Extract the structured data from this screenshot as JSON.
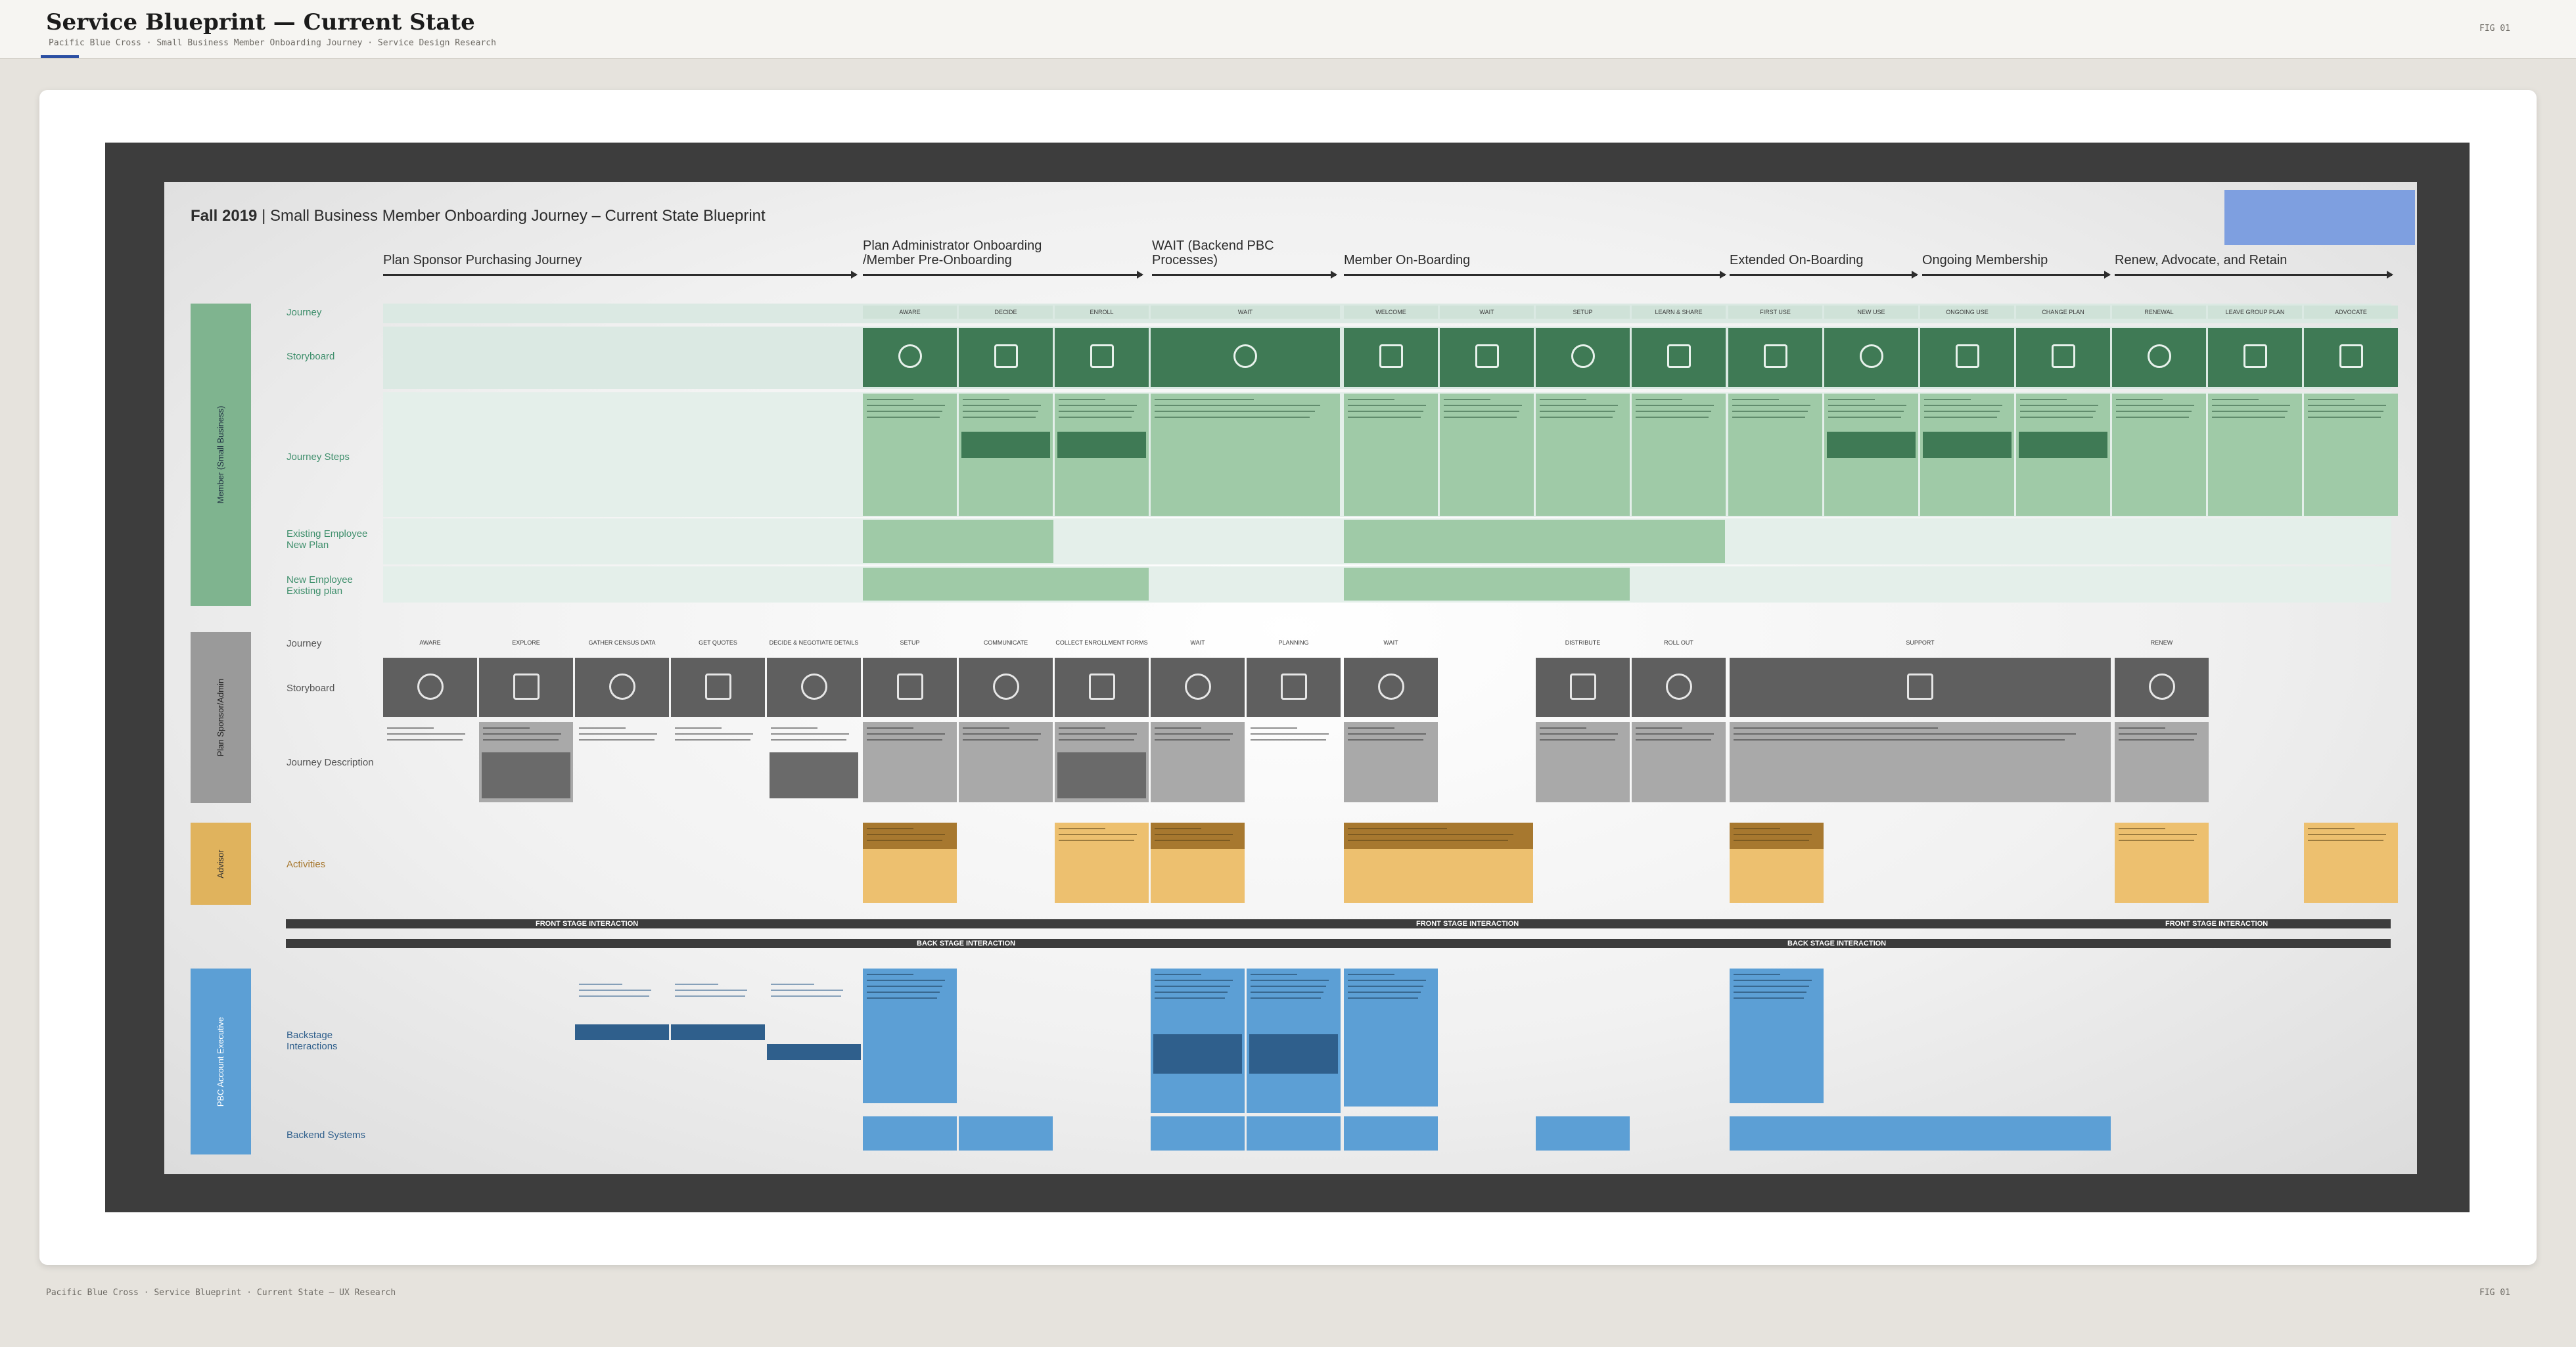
{
  "header": {
    "title": "Service Blueprint — Current State",
    "subtitle": "Pacific Blue Cross · Small Business Member Onboarding Journey · Service Design Research",
    "fig": "FIG 01"
  },
  "footer": {
    "text": "Pacific Blue Cross · Service Blueprint · Current State — UX Research",
    "fig": "FIG 01"
  },
  "blueprint": {
    "season": "Fall 2019",
    "title": "| Small Business Member Onboarding Journey – Current State Blueprint",
    "stages": [
      "Plan Sponsor Purchasing Journey",
      "Plan Administrator Onboarding /Member Pre-Onboarding",
      "WAIT (Backend PBC Processes)",
      "Member On-Boarding",
      "Extended On-Boarding",
      "Ongoing Membership",
      "Renew, Advocate, and Retain"
    ],
    "lanes": {
      "member": "Member (Small Business)",
      "sponsor": "Plan Sponsor/Admin",
      "advisor": "Advisor",
      "pbc": "PBC Account Executive"
    },
    "row_labels": {
      "journey": "Journey",
      "storyboard": "Storyboard",
      "journey_steps": "Journey Steps",
      "existing_employee": "Existing Employee New Plan",
      "new_employee": "New Employee Existing plan",
      "journey2": "Journey",
      "storyboard2": "Storyboard",
      "journey_description": "Journey Description",
      "activities": "Activities",
      "backstage": "Backstage Interactions",
      "backend": "Backend Systems"
    },
    "member_phases": [
      "AWARE",
      "DECIDE",
      "ENROLL",
      "WAIT",
      "WELCOME",
      "WAIT",
      "SETUP",
      "LEARN & SHARE",
      "FIRST USE",
      "NEW USE",
      "ONGOING USE",
      "CHANGE PLAN",
      "RENEWAL",
      "LEAVE GROUP PLAN",
      "ADVOCATE"
    ],
    "sponsor_phases": [
      "AWARE",
      "EXPLORE",
      "GATHER CENSUS DATA",
      "GET QUOTES",
      "DECIDE & NEGOTIATE DETAILS",
      "SETUP",
      "COMMUNICATE",
      "COLLECT ENROLLMENT FORMS",
      "WAIT",
      "PLANNING",
      "WAIT",
      "DISTRIBUTE",
      "ROLL OUT",
      "SUPPORT",
      "RENEW"
    ],
    "bars": {
      "front": "FRONT STAGE INTERACTION",
      "back": "BACK STAGE INTERACTION"
    },
    "colors": {
      "member_lane": "#7fb48f",
      "member_cell": "#9fcaa7",
      "member_dark": "#3f7a55",
      "sponsor_lane": "#9a9a9a",
      "sponsor_dark": "#5f5f5f",
      "advisor_lane": "#e0b35d",
      "advisor_cell": "#edc06f",
      "advisor_dark": "#a7782f",
      "pbc_lane": "#5c9fd5",
      "pbc_cell": "#5c9fd5",
      "pbc_dark": "#2f5f8c"
    }
  }
}
